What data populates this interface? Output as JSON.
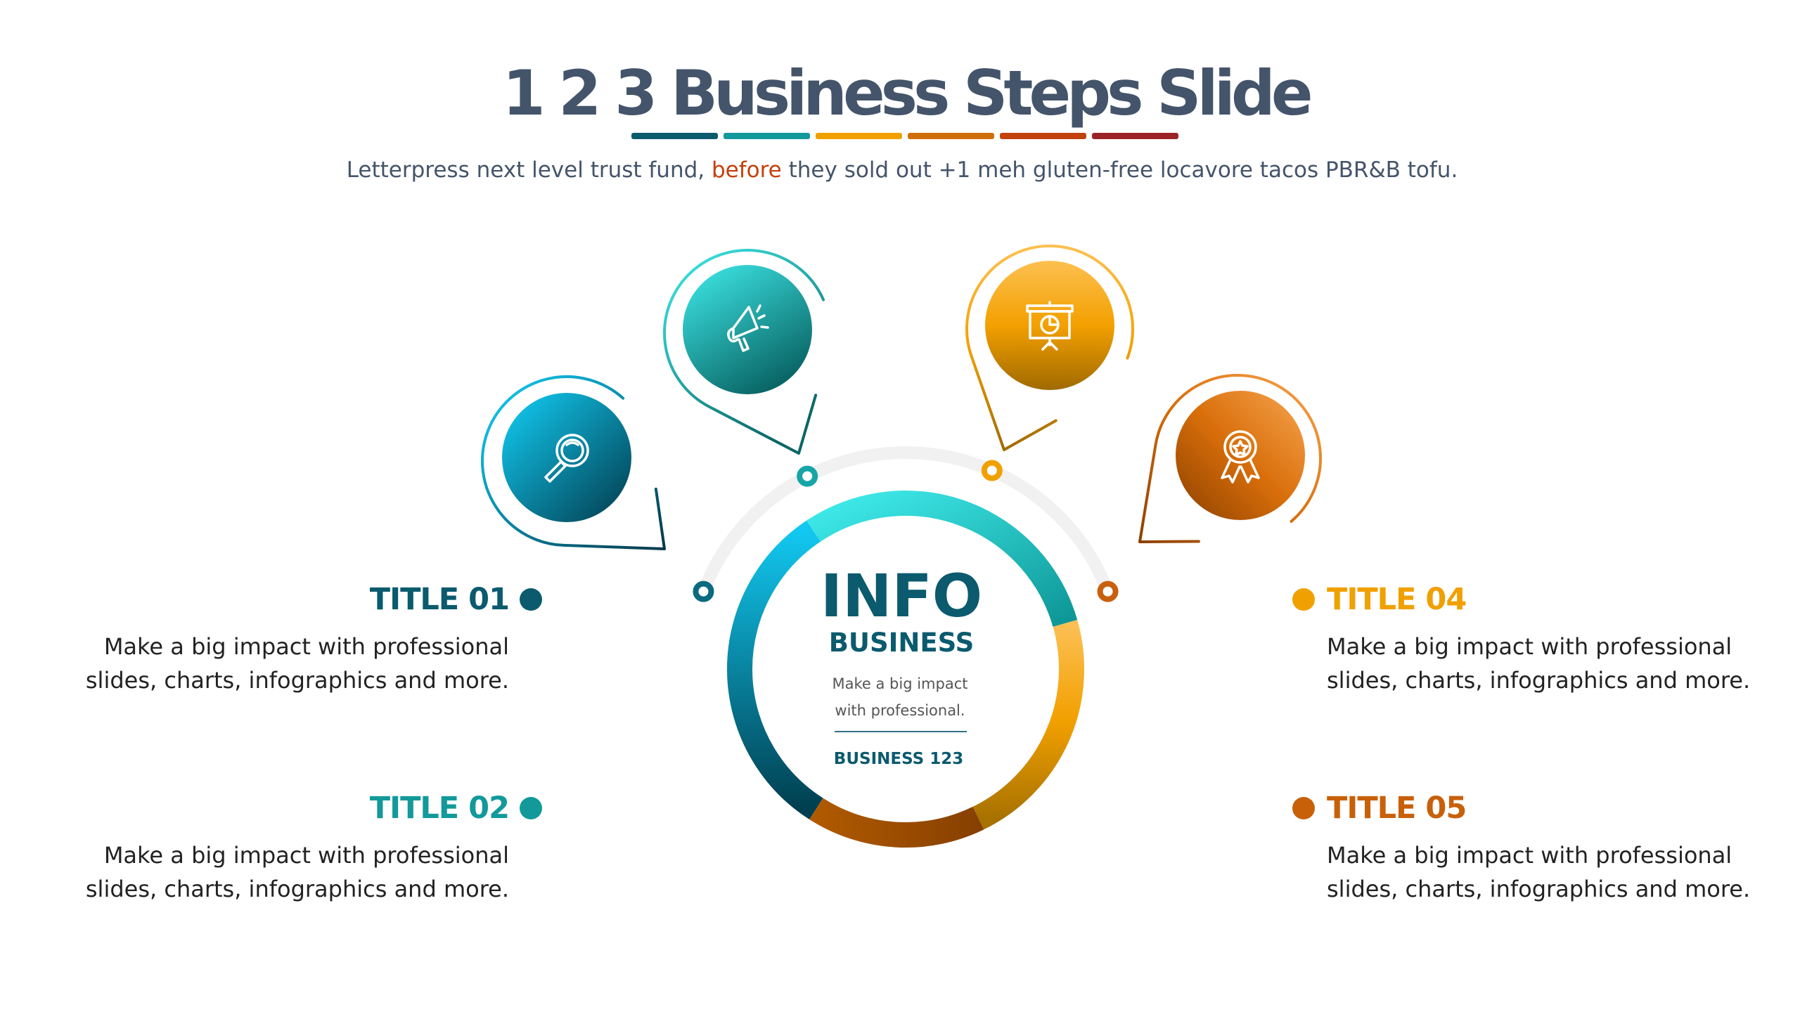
{
  "header": {
    "title": "1 2 3 Business Steps Slide",
    "subtitle_before": "Letterpress next level trust fund, ",
    "subtitle_highlight": "before",
    "subtitle_after": " they sold out +1 meh gluten-free locavore tacos PBR&B tofu.",
    "bar_colors": [
      "#0b5a6e",
      "#13999a",
      "#f0a000",
      "#d06e0a",
      "#c2410c",
      "#9b2226"
    ]
  },
  "center": {
    "heading": "INFO",
    "subheading": "BUSINESS",
    "text_line1": "Make a big impact",
    "text_line2": "with professional.",
    "footer": "BUSINESS 123"
  },
  "steps": [
    {
      "title": "TITLE 01",
      "line1": "Make a big impact with professional",
      "line2": "slides, charts, infographics and more.",
      "color": "#0b5a6e",
      "icon": "magnifier-icon"
    },
    {
      "title": "TITLE 02",
      "line1": "Make a big impact with professional",
      "line2": "slides, charts, infographics and more.",
      "color": "#13999a",
      "icon": "megaphone-icon"
    },
    {
      "title": "TITLE 04",
      "line1": "Make a big impact with professional",
      "line2": "slides, charts, infographics and more.",
      "color": "#f0a000",
      "icon": "presentation-board-icon"
    },
    {
      "title": "TITLE 05",
      "line1": "Make a big impact with professional",
      "line2": "slides, charts, infographics and more.",
      "color": "#c8600a",
      "icon": "award-ribbon-icon"
    }
  ]
}
